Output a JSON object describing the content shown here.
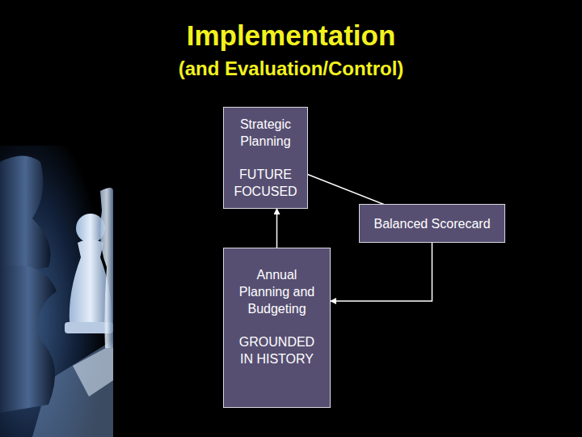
{
  "diagram": {
    "title": "Implementation",
    "nodes": [
      {
        "text": [
          "Strategic Planning",
          "FUTURE FOCUSED"
        ]
      },
      {
        "text": [
          "Balanced Scorecard"
        ]
      },
      {
        "text": [
          "Annual Planning and Budgeting",
          "GROUNDED IN HISTORY"
        ]
      }
    ],
    "edges": [
      {
        "from": 0,
        "to": 1,
        "arrow": "to"
      },
      {
        "from": 1,
        "to": 2,
        "arrow": "to"
      },
      {
        "from": 2,
        "to": 0,
        "arrow": "to"
      }
    ],
    "labels": [
      "(and Evaluation/Control)"
    ]
  }
}
